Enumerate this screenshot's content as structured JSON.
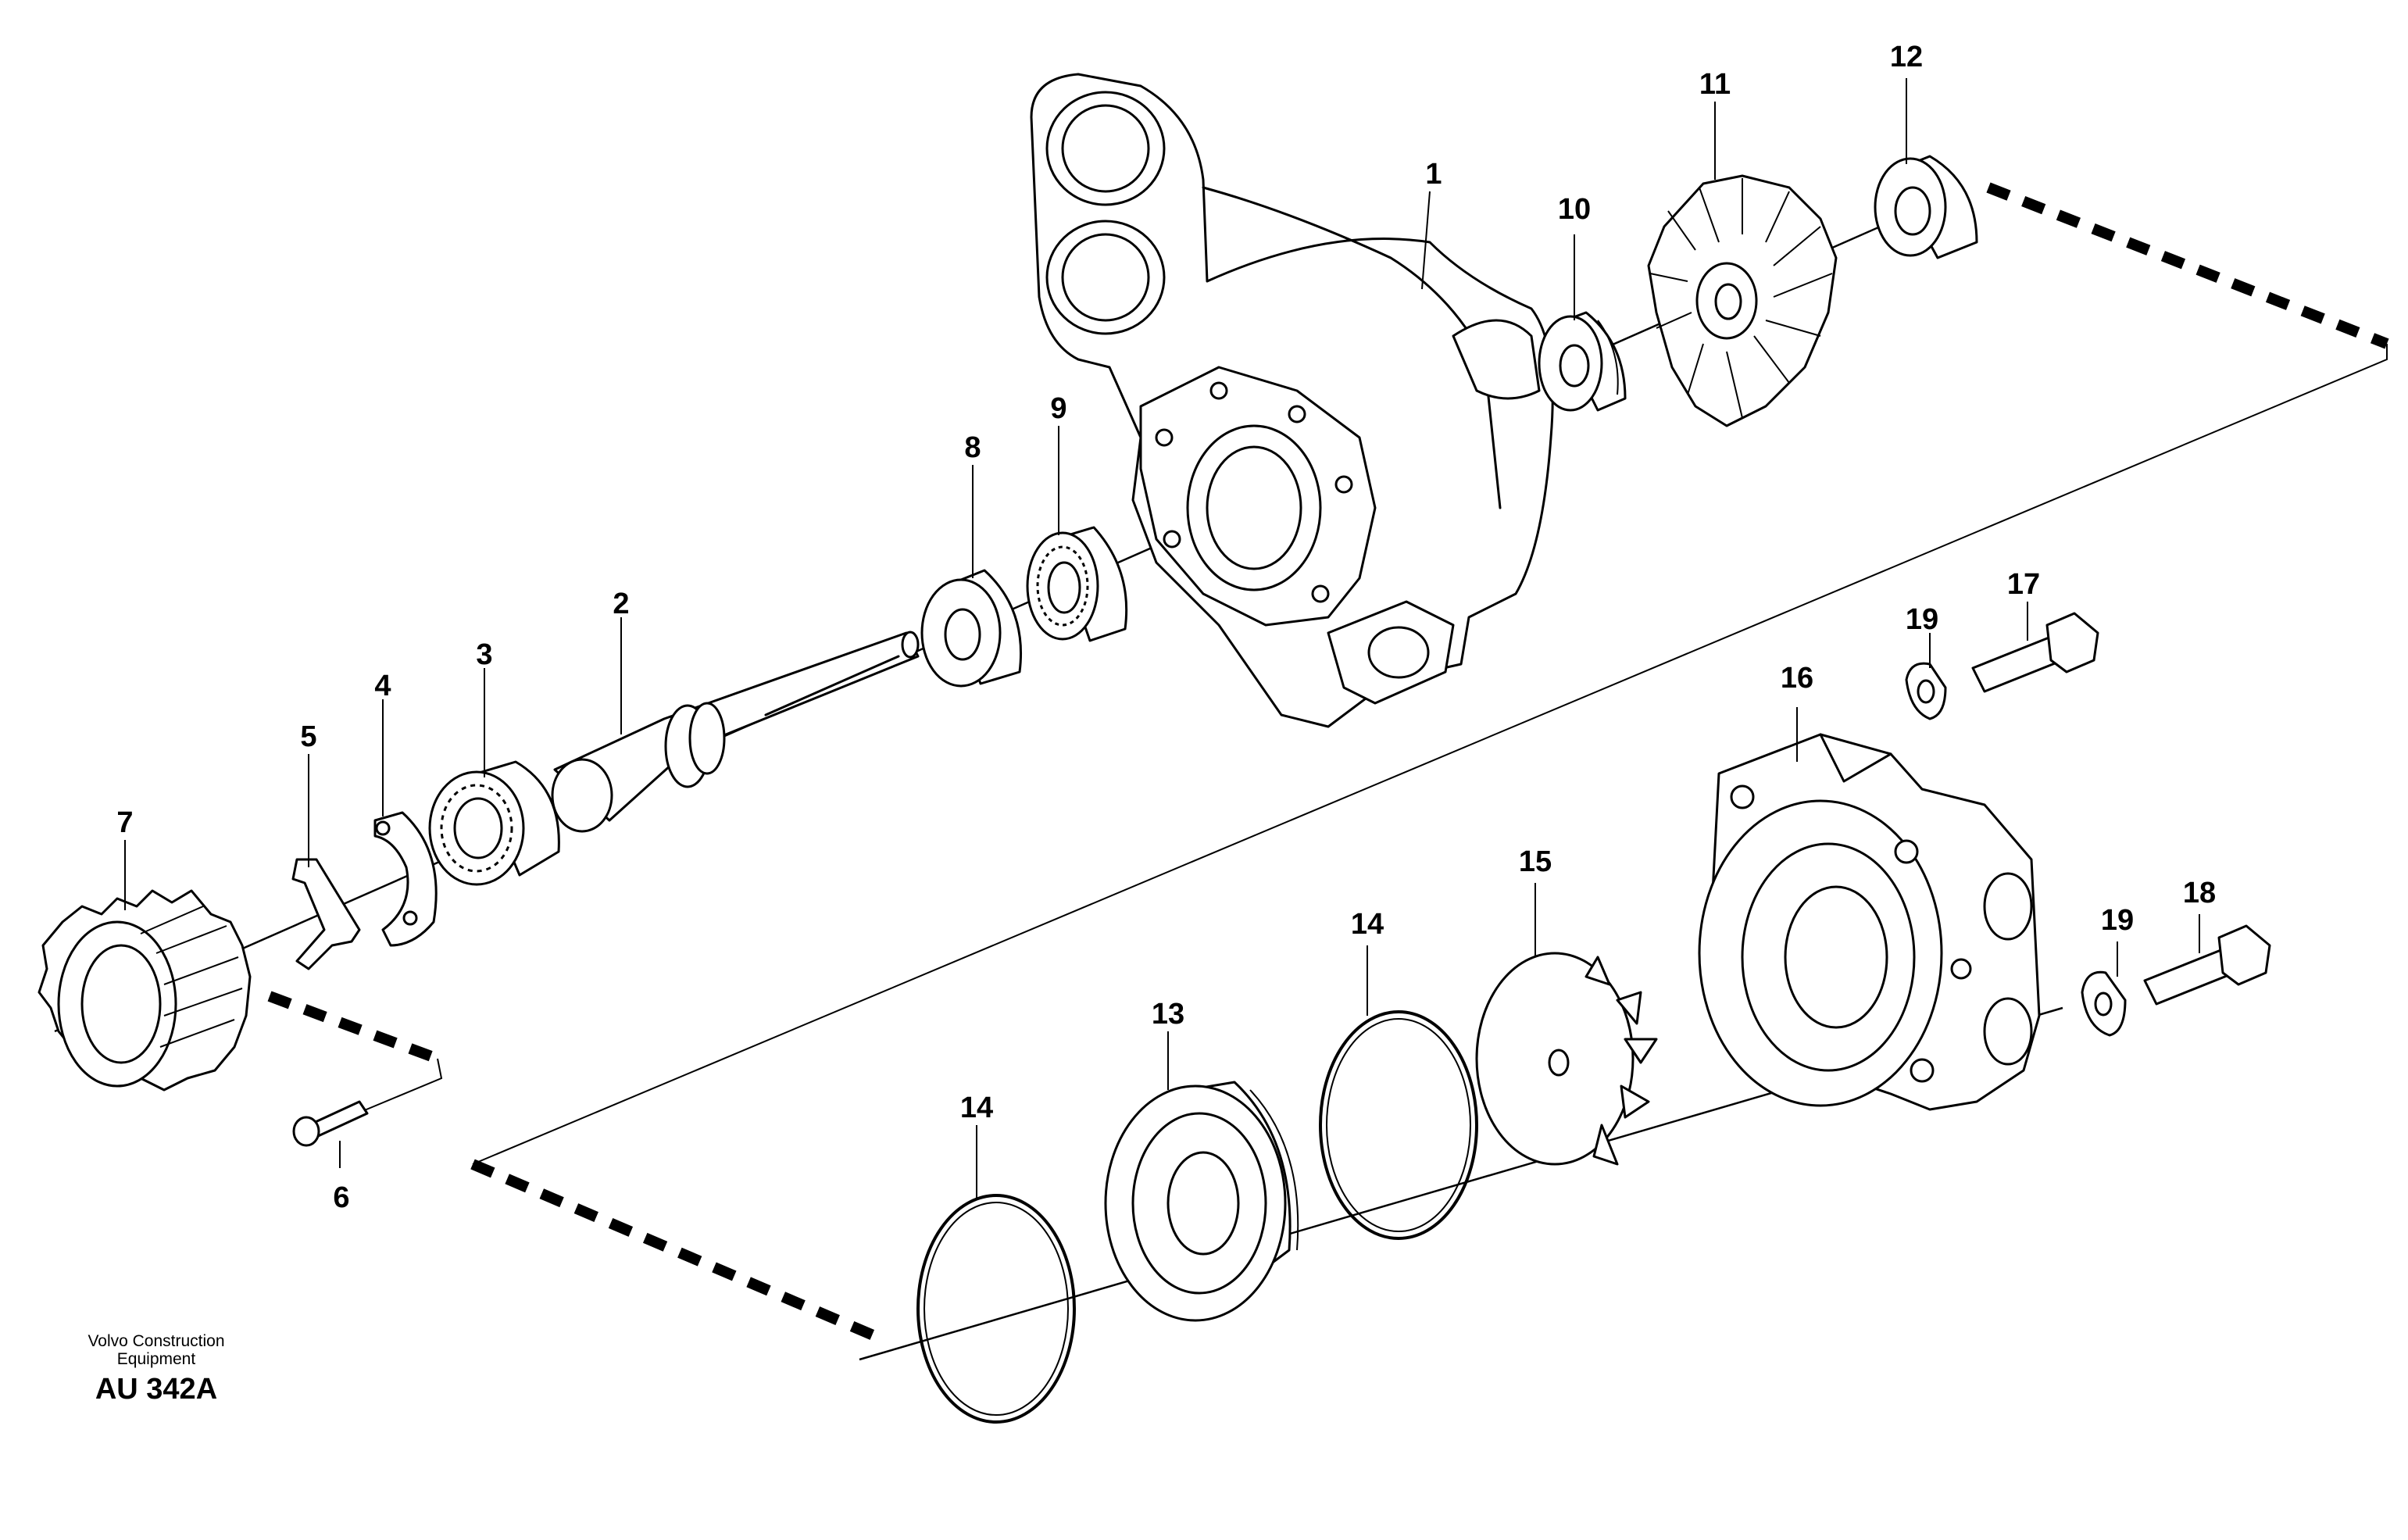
{
  "callouts": [
    {
      "id": "1",
      "label": "1"
    },
    {
      "id": "2",
      "label": "2"
    },
    {
      "id": "3",
      "label": "3"
    },
    {
      "id": "4",
      "label": "4"
    },
    {
      "id": "5",
      "label": "5"
    },
    {
      "id": "6",
      "label": "6"
    },
    {
      "id": "7",
      "label": "7"
    },
    {
      "id": "8",
      "label": "8"
    },
    {
      "id": "9",
      "label": "9"
    },
    {
      "id": "10",
      "label": "10"
    },
    {
      "id": "11",
      "label": "11"
    },
    {
      "id": "12",
      "label": "12"
    },
    {
      "id": "13",
      "label": "13"
    },
    {
      "id": "14a",
      "label": "14"
    },
    {
      "id": "14b",
      "label": "14"
    },
    {
      "id": "15",
      "label": "15"
    },
    {
      "id": "16",
      "label": "16"
    },
    {
      "id": "17",
      "label": "17"
    },
    {
      "id": "18",
      "label": "18"
    },
    {
      "id": "19a",
      "label": "19"
    },
    {
      "id": "19b",
      "label": "19"
    }
  ],
  "credit": {
    "line1": "Volvo Construction",
    "line2": "Equipment",
    "code": "AU 342A"
  }
}
